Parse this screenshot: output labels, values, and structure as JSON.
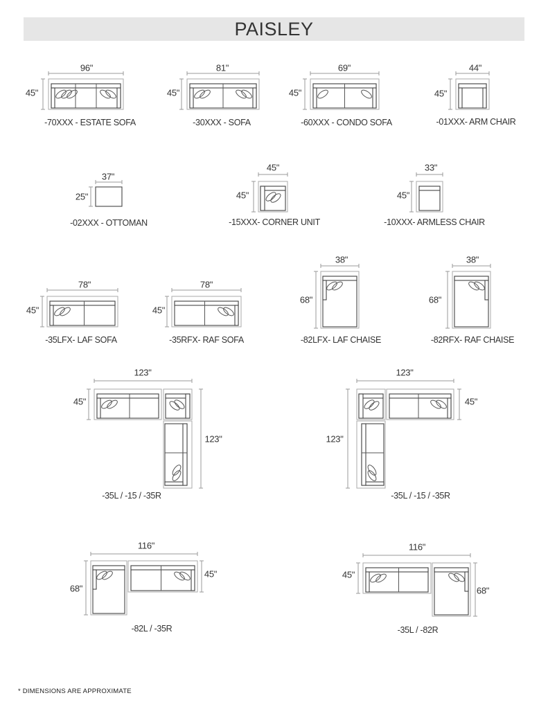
{
  "title": "PAISLEY",
  "items": [
    {
      "name": "estate-sofa",
      "width": "96\"",
      "height": "45\"",
      "caption": "-70XXX - ESTATE SOFA"
    },
    {
      "name": "sofa",
      "width": "81\"",
      "height": "45\"",
      "caption": "-30XXX - SOFA"
    },
    {
      "name": "condo-sofa",
      "width": "69\"",
      "height": "45\"",
      "caption": "-60XXX - CONDO SOFA"
    },
    {
      "name": "arm-chair",
      "width": "44\"",
      "height": "45\"",
      "caption": "-01XXX- ARM CHAIR"
    },
    {
      "name": "ottoman",
      "width": "37\"",
      "height": "25\"",
      "caption": "-02XXX - OTTOMAN"
    },
    {
      "name": "corner-unit",
      "width": "45\"",
      "height": "45\"",
      "caption": "-15XXX- CORNER UNIT"
    },
    {
      "name": "armless-chair",
      "width": "33\"",
      "height": "45\"",
      "caption": "-10XXX- ARMLESS CHAIR"
    },
    {
      "name": "laf-sofa",
      "width": "78\"",
      "height": "45\"",
      "caption": "-35LFX- LAF SOFA"
    },
    {
      "name": "raf-sofa",
      "width": "78\"",
      "height": "45\"",
      "caption": "-35RFX- RAF SOFA"
    },
    {
      "name": "laf-chaise",
      "width": "38\"",
      "height": "68\"",
      "caption": "-82LFX- LAF CHAISE"
    },
    {
      "name": "raf-chaise",
      "width": "38\"",
      "height": "68\"",
      "caption": "-82RFX- RAF CHAISE"
    },
    {
      "name": "sectional-left",
      "width": "123\"",
      "height": "45\"",
      "height2": "123\"",
      "caption": "-35L / -15 / -35R"
    },
    {
      "name": "sectional-right",
      "width": "123\"",
      "height": "45\"",
      "height2": "123\"",
      "caption": "-35L / -15 / -35R"
    },
    {
      "name": "chaise-sectional-left",
      "width": "116\"",
      "height": "45\"",
      "height2": "68\"",
      "caption": "-82L / -35R"
    },
    {
      "name": "chaise-sectional-right",
      "width": "116\"",
      "height": "45\"",
      "height2": "68\"",
      "caption": "-35L / -82R"
    }
  ],
  "footnote": "* DIMENSIONS ARE APPROXIMATE"
}
